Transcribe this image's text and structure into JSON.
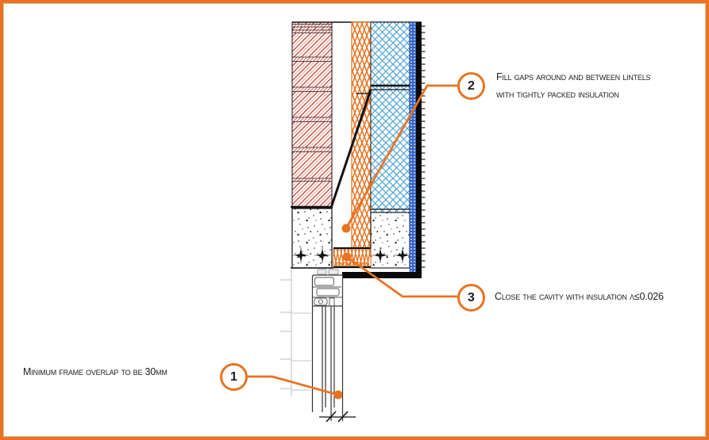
{
  "callouts": {
    "c1": {
      "number": "1",
      "text": "Minimum frame overlap to be 30mm"
    },
    "c2": {
      "number": "2",
      "line1": "Fill gaps around and between lintels",
      "line2": "with tightly packed insulation"
    },
    "c3": {
      "number": "3",
      "text": "Close the cavity with insulation λ≤0.026"
    }
  },
  "colors": {
    "accent_orange": "#e87320",
    "brick_hatch_red": "#cc3b28",
    "brick_hatch_light": "#f4a79b",
    "insulation_orange": "#e87320",
    "sheathing_blue_hatch": "#57a8d8",
    "membrane_blue": "#3566cc",
    "line_black": "#111111",
    "reveal_grey": "#c4c4c4",
    "background": "#ffffff"
  }
}
